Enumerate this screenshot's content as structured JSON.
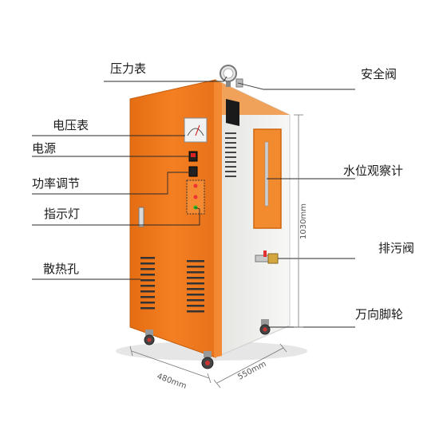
{
  "labels": {
    "pressure_gauge": "压力表",
    "safety_valve": "安全阀",
    "voltmeter": "电压表",
    "power": "电源",
    "power_adjust": "功率调节",
    "indicator_light": "指示灯",
    "water_level_gauge": "水位观察计",
    "drain_valve": "排污阀",
    "heat_vents": "散热孔",
    "casters": "万向脚轮"
  },
  "dimensions": {
    "height": "1030mm",
    "width": "480mm",
    "depth": "550mm"
  },
  "colors": {
    "body_orange": "#f07a1c",
    "body_white": "#f4f4f2",
    "window_orange": "#f28a2e",
    "callout_line": "#2a2a2a",
    "dimension_line": "#777777"
  }
}
